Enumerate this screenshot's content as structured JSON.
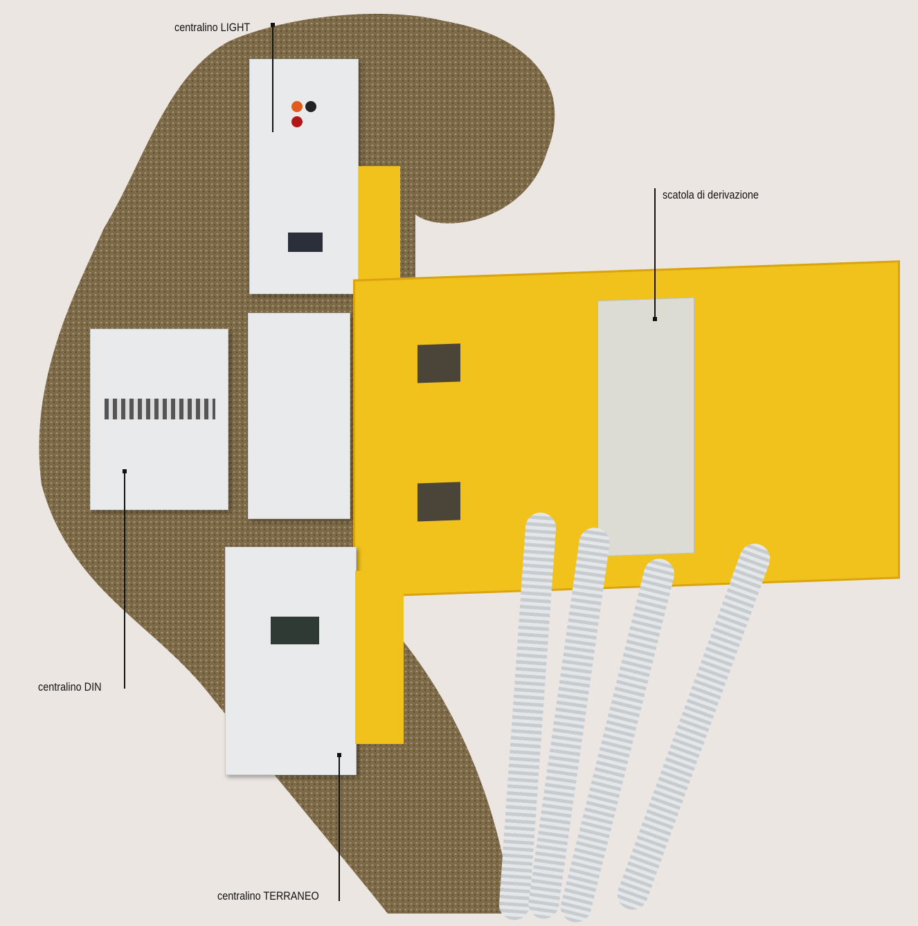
{
  "labels": {
    "light": "centralino LIGHT",
    "scatola": "scatola di derivazione",
    "din": "centralino DIN",
    "terraneo": "centralino TERRANEO"
  },
  "colors": {
    "wall": "#ece6e3",
    "soil": "#7d6a48",
    "yellow": "#f2c21c",
    "panel": "#e9eaec"
  }
}
